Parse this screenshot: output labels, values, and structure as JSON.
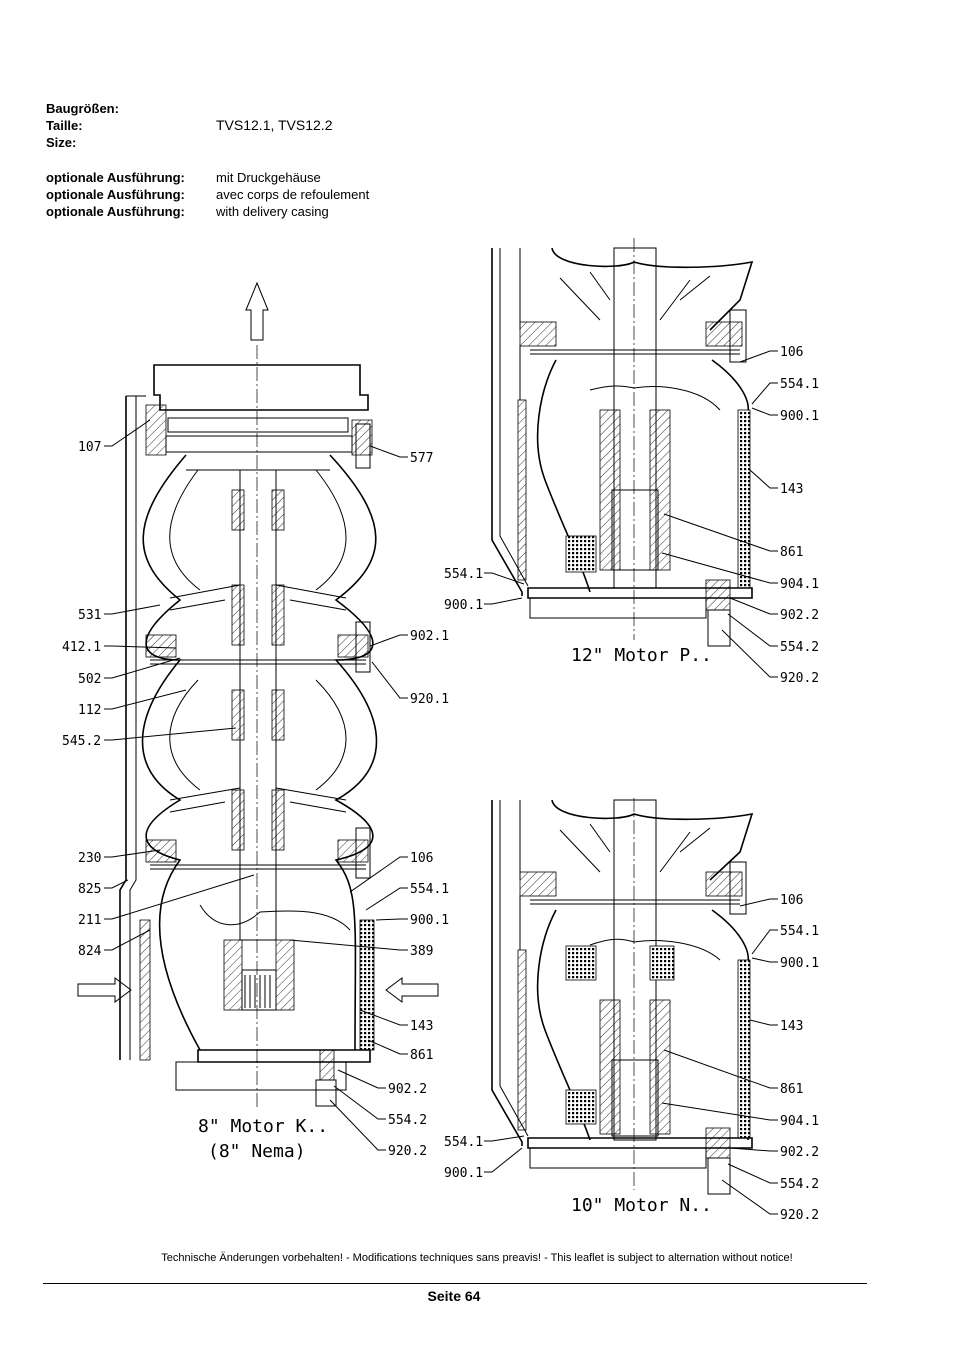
{
  "header": {
    "size_labels": [
      "Baugrößen:",
      "Taille:",
      "Size:"
    ],
    "size_value": "TVS12.1, TVS12.2",
    "option_label": "optionale Ausführung:",
    "option_values": [
      "mit Druckgehäuse",
      "avec corps de refoulement",
      "with delivery casing"
    ]
  },
  "left_drawing": {
    "labels_left": [
      "107",
      "531",
      "412.1",
      "502",
      "112",
      "545.2",
      "230",
      "825",
      "211",
      "824"
    ],
    "labels_right": [
      "577",
      "902.1",
      "920.1",
      "106",
      "554.1",
      "900.1",
      "389",
      "143",
      "861",
      "902.2",
      "554.2",
      "920.2"
    ],
    "caption_line1": "8\" Motor K..",
    "caption_line2": "(8\" Nema)"
  },
  "top_right_drawing": {
    "labels_left": [
      "554.1",
      "900.1"
    ],
    "labels_right": [
      "106",
      "554.1",
      "900.1",
      "143",
      "861",
      "904.1",
      "902.2",
      "554.2",
      "920.2"
    ],
    "caption": "12\" Motor P.."
  },
  "bottom_right_drawing": {
    "labels_left": [
      "554.1",
      "900.1"
    ],
    "labels_right": [
      "106",
      "554.1",
      "900.1",
      "143",
      "861",
      "904.1",
      "902.2",
      "554.2",
      "920.2"
    ],
    "caption": "10\" Motor N.."
  },
  "footer": {
    "notice": "Technische Änderungen vorbehalten! - Modifications techniques sans preavis! - This leaflet is subject to alternation without notice!",
    "page": "Seite 64"
  }
}
